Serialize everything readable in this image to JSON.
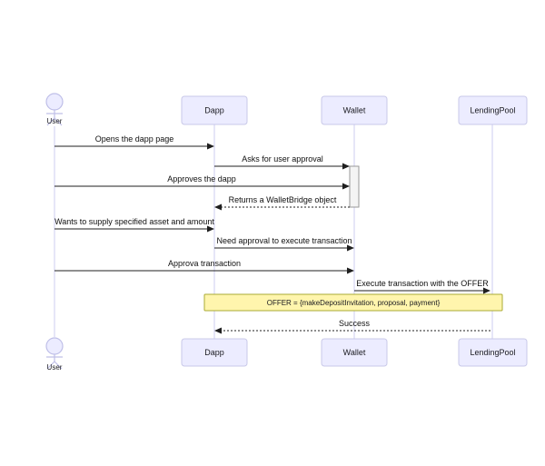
{
  "diagram": {
    "type": "sequence-diagram",
    "participants": [
      {
        "id": "user",
        "kind": "actor",
        "label": "User"
      },
      {
        "id": "dapp",
        "kind": "participant",
        "label": "Dapp"
      },
      {
        "id": "wallet",
        "kind": "participant",
        "label": "Wallet"
      },
      {
        "id": "lendingpool",
        "kind": "participant",
        "label": "LendingPool"
      }
    ],
    "messages": [
      {
        "from": "User",
        "to": "Dapp",
        "label": "Opens the dapp page",
        "line": "solid"
      },
      {
        "from": "Dapp",
        "to": "Wallet",
        "label": "Asks for user approval",
        "line": "solid"
      },
      {
        "from": "User",
        "to": "Wallet",
        "label": "Approves the dapp",
        "line": "solid"
      },
      {
        "from": "Wallet",
        "to": "Dapp",
        "label": "Returns a WalletBridge object",
        "line": "dotted"
      },
      {
        "from": "User",
        "to": "Dapp",
        "label": "Wants to supply specified asset and amount",
        "line": "solid"
      },
      {
        "from": "Dapp",
        "to": "Wallet",
        "label": "Need approval to execute transaction",
        "line": "solid"
      },
      {
        "from": "User",
        "to": "Wallet",
        "label": "Approva transaction",
        "line": "solid"
      },
      {
        "from": "Wallet",
        "to": "LendingPool",
        "label": "Execute transaction with the OFFER",
        "line": "solid"
      },
      {
        "from": "LendingPool",
        "to": "Dapp",
        "label": "Success",
        "line": "dotted"
      }
    ],
    "note": {
      "over": "Dapp, LendingPool",
      "label": "OFFER = {makeDepositInvitation, proposal, payment}"
    },
    "activation": {
      "on": "Wallet",
      "from_message": "Asks for user approval",
      "to_message": "Returns a WalletBridge object"
    },
    "colors": {
      "participant_fill": "#ECECFF",
      "participant_border": "#C9C9E8",
      "lifeline": "#CCCCF0",
      "note_fill": "#FFF5AD",
      "note_border": "#AAAA33",
      "message_line": "#1F1F1F",
      "activation_fill": "#F4F4F4",
      "activation_border": "#999999",
      "background": "#FFFFFF"
    }
  }
}
